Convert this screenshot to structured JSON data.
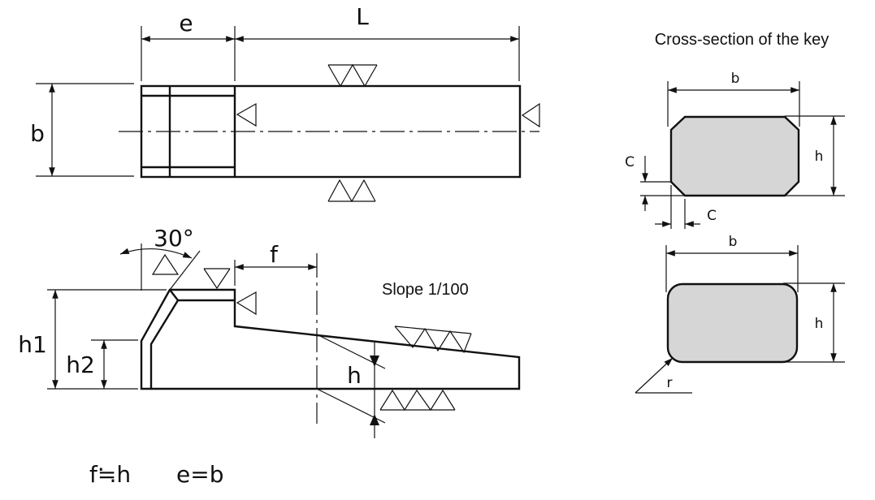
{
  "labels": {
    "e": "e",
    "L": "L",
    "b": "b",
    "angle": "30°",
    "f": "f",
    "h1": "h1",
    "h2": "h2",
    "h": "h",
    "slope": "Slope 1/100",
    "cross_section_title": "Cross-section of the key",
    "sec_b": "b",
    "sec_h": "h",
    "sec_C": "C",
    "sec_r": "r",
    "formula_f": "f≒h",
    "formula_e": "e=b"
  },
  "colors": {
    "line": "#111111",
    "section_fill": "#d6d6d6"
  }
}
